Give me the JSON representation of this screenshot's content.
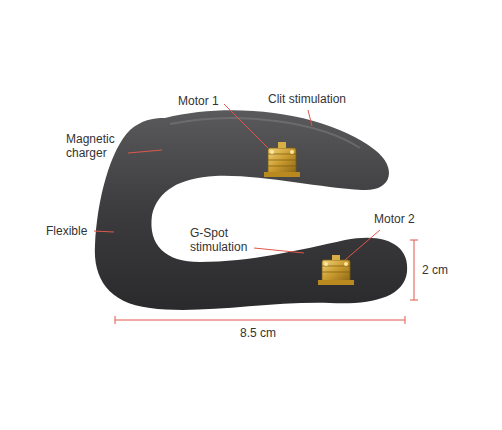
{
  "diagram": {
    "labels": [
      "Motor 1",
      "Clit stimulation",
      "Magnetic charger",
      "Flexible",
      "G-Spot stimulation",
      "Motor 2",
      "2 cm",
      "8.5 cm"
    ]
  }
}
